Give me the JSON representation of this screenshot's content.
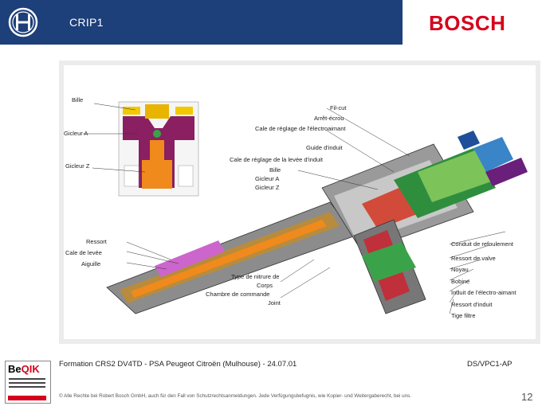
{
  "header": {
    "title": "CRIP1",
    "brand": "BOSCH",
    "colors": {
      "band": "#1d3f7a",
      "brand": "#d6001c"
    }
  },
  "diagram": {
    "callouts_left": [
      "Bille",
      "Gicleur A",
      "Gicleur Z"
    ],
    "callouts_center": [
      "Ressort",
      "Cale de levée",
      "Aiguille"
    ],
    "callouts_top_right": [
      "Fil-cut",
      "Arrêt-écrou",
      "Cale de réglage de l'électroaimant",
      "Guide d'induit",
      "Cale de réglage de la levée d'induit",
      "Bille",
      "Gicleur A",
      "Gicleur Z"
    ],
    "callouts_bottom": [
      "Type de nitrure de",
      "Corps",
      "Chambre de commande",
      "Joint"
    ],
    "callouts_right": [
      "Conduit de refoulement",
      "Ressort de valve",
      "Noyau",
      "Bobine",
      "Induit de l'électro-aimant",
      "Ressort d'induit",
      "Tige filtre"
    ]
  },
  "footer": {
    "logo_text_a": "Be",
    "logo_text_b": "QIK",
    "course": "Formation CRS2 DV4TD - PSA Peugeot Citroën (Mulhouse) - 24.07.01",
    "dept": "DS/VPC1-AP",
    "copyright": "© Alle Rechte bei Robert Bosch GmbH, auch für den Fall von Schutzrechtsanmeldungen. Jede Verfügungsbefugnis, wie Kopier- und Weitergaberecht, bei uns.",
    "page": "12"
  }
}
